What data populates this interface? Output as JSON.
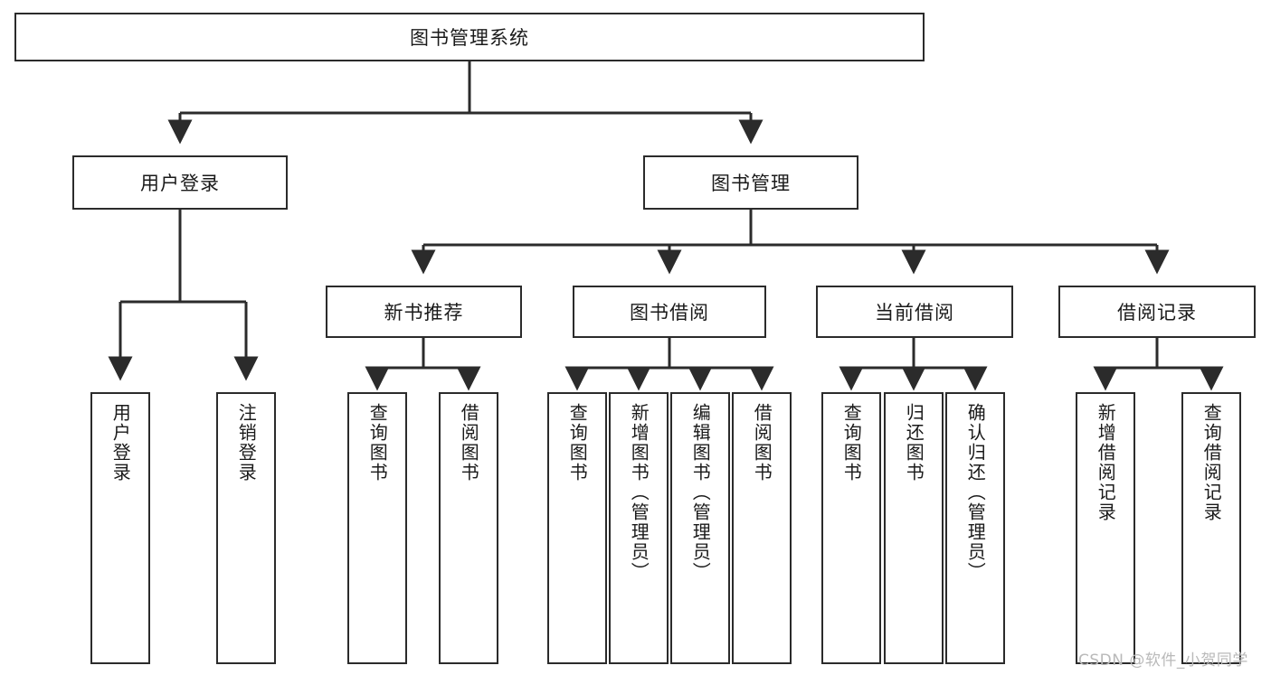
{
  "diagram": {
    "title": "图书管理系统",
    "type": "tree-hierarchy-chart",
    "colors": {
      "box_border": "#2b2b2b",
      "box_fill": "#ffffff",
      "edge": "#2b2b2b",
      "text": "#1a1a1a",
      "watermark": "#b9b9b9",
      "background": "#ffffff"
    },
    "levels": {
      "level1": [
        {
          "id": "root",
          "label": "图书管理系统",
          "orientation": "horizontal"
        }
      ],
      "level2": [
        {
          "id": "user-login",
          "label": "用户登录",
          "orientation": "horizontal"
        },
        {
          "id": "book-management",
          "label": "图书管理",
          "orientation": "horizontal"
        }
      ],
      "level3": [
        {
          "id": "new-book-recommend",
          "label": "新书推荐",
          "orientation": "horizontal"
        },
        {
          "id": "book-borrow",
          "label": "图书借阅",
          "orientation": "horizontal"
        },
        {
          "id": "current-borrow",
          "label": "当前借阅",
          "orientation": "horizontal"
        },
        {
          "id": "borrow-record",
          "label": "借阅记录",
          "orientation": "horizontal"
        }
      ],
      "level4": [
        {
          "id": "leaf-user-login",
          "label": "用户登录",
          "parent": "user-login",
          "orientation": "vertical"
        },
        {
          "id": "leaf-logout-login",
          "label": "注销登录",
          "parent": "user-login",
          "orientation": "vertical"
        },
        {
          "id": "leaf-query-book-1",
          "label": "查询图书",
          "parent": "new-book-recommend",
          "orientation": "vertical"
        },
        {
          "id": "leaf-borrow-book-1",
          "label": "借阅图书",
          "parent": "new-book-recommend",
          "orientation": "vertical"
        },
        {
          "id": "leaf-query-book-2",
          "label": "查询图书",
          "parent": "book-borrow",
          "orientation": "vertical"
        },
        {
          "id": "leaf-add-book",
          "label": "新增图书（管理员）",
          "parent": "book-borrow",
          "orientation": "vertical"
        },
        {
          "id": "leaf-edit-book",
          "label": "编辑图书（管理员）",
          "parent": "book-borrow",
          "orientation": "vertical"
        },
        {
          "id": "leaf-borrow-book-2",
          "label": "借阅图书",
          "parent": "book-borrow",
          "orientation": "vertical"
        },
        {
          "id": "leaf-query-book-3",
          "label": "查询图书",
          "parent": "current-borrow",
          "orientation": "vertical"
        },
        {
          "id": "leaf-return-book",
          "label": "归还图书",
          "parent": "current-borrow",
          "orientation": "vertical"
        },
        {
          "id": "leaf-confirm-return",
          "label": "确认归还（管理员）",
          "parent": "current-borrow",
          "orientation": "vertical"
        },
        {
          "id": "leaf-add-record",
          "label": "新增借阅记录",
          "parent": "borrow-record",
          "orientation": "vertical"
        },
        {
          "id": "leaf-query-record",
          "label": "查询借阅记录",
          "parent": "borrow-record",
          "orientation": "vertical"
        }
      ]
    },
    "watermark": "CSDN @软件_小贺同学"
  }
}
